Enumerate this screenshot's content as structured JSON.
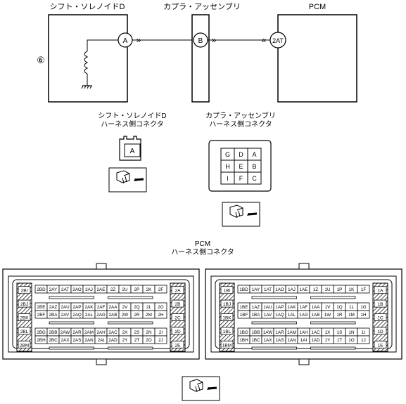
{
  "top": {
    "solenoid_title": "シフト・ソレノイドD",
    "coupler_title": "カプラ・アッセンブリ",
    "pcm_title": "PCM",
    "circle_6": "⑥",
    "term_a": "A",
    "term_b": "B",
    "term_2at": "2AT",
    "arrow_right": "»",
    "arrow_left": "«"
  },
  "mid": {
    "solenoid_conn_line1": "シフト・ソレノイドD",
    "solenoid_conn_line2": "ハーネス側コネクタ",
    "coupler_conn_line1": "カプラ・アッセンブリ",
    "coupler_conn_line2": "ハーネス側コネクタ",
    "solenoid_pin": "A",
    "coupler_pins": [
      [
        "G",
        "D",
        "A"
      ],
      [
        "H",
        "E",
        "B"
      ],
      [
        "I",
        "F",
        "C"
      ]
    ]
  },
  "pcm": {
    "title_line1": "PCM",
    "title_line2": "ハーネス側コネクタ",
    "left": {
      "side_left": [
        "2BI",
        "2BJ",
        "2BK",
        "2BL",
        "2BM"
      ],
      "side_right": [
        "2A",
        "2B",
        "2C",
        "2D",
        "2E"
      ],
      "row1": [
        "2BD",
        "2AY",
        "2AT",
        "2AO",
        "2AJ",
        "2AE",
        "2Z",
        "2U",
        "2P",
        "2K",
        "2F"
      ],
      "row3": [
        "2BE",
        "2AZ",
        "2AU",
        "2AP",
        "2AK",
        "2AF",
        "2AA",
        "2V",
        "2Q",
        "2L",
        "2G"
      ],
      "row4": [
        "2BF",
        "2BA",
        "2AV",
        "2AQ",
        "2AL",
        "2AG",
        "2AB",
        "2W",
        "2R",
        "2M",
        "2H"
      ],
      "row6": [
        "2BG",
        "2BB",
        "2AW",
        "2AR",
        "2AM",
        "2AH",
        "2AC",
        "2X",
        "2S",
        "2N",
        "2I"
      ],
      "row7": [
        "2BH",
        "2BC",
        "2AX",
        "2AS",
        "2AN",
        "2AI",
        "2AD",
        "2Y",
        "2T",
        "2O",
        "2J"
      ]
    },
    "right": {
      "side_left": [
        "1BI",
        "1BJ",
        "1BK",
        "1BL",
        "1BM"
      ],
      "side_right": [
        "1A",
        "1B",
        "1C",
        "1D",
        "1E"
      ],
      "row1": [
        "1BD",
        "1AY",
        "1AT",
        "1AO",
        "1AJ",
        "1AE",
        "1Z",
        "1U",
        "1P",
        "1K",
        "1F"
      ],
      "row3": [
        "1BE",
        "1AZ",
        "1AU",
        "1AP",
        "1AK",
        "1AF",
        "1AA",
        "1V",
        "1Q",
        "1L",
        "1G"
      ],
      "row4": [
        "1BF",
        "1BA",
        "1AV",
        "1AQ",
        "1AL",
        "1AG",
        "1AB",
        "1W",
        "1R",
        "1M",
        "1H"
      ],
      "row6": [
        "1BG",
        "1BB",
        "1AW",
        "1AR",
        "1AM",
        "1AH",
        "1AC",
        "1X",
        "1S",
        "1N",
        "1I"
      ],
      "row7": [
        "1BH",
        "1BC",
        "1AX",
        "1AS",
        "1AN",
        "1AI",
        "1AD",
        "1Y",
        "1T",
        "1O",
        "1J"
      ]
    }
  }
}
